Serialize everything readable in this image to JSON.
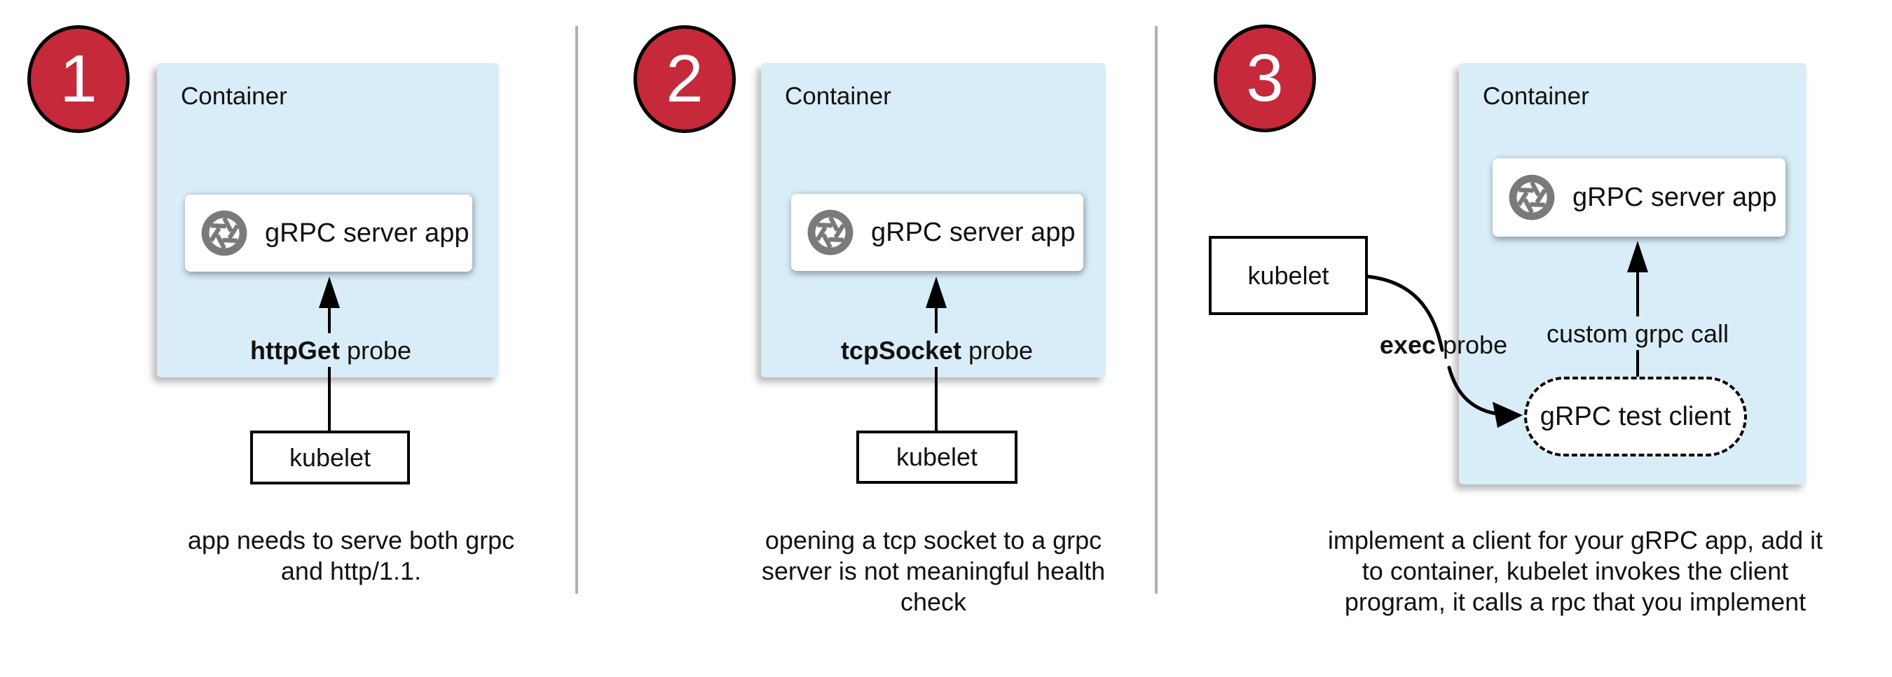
{
  "panel1": {
    "badge": "1",
    "container_label": "Container",
    "card_label": "gRPC server app",
    "probe_bold": "httpGet",
    "probe_rest": " probe",
    "kubelet": "kubelet",
    "caption_lines": [
      "app needs to serve both grpc",
      "and http/1.1."
    ]
  },
  "panel2": {
    "badge": "2",
    "container_label": "Container",
    "card_label": "gRPC server app",
    "probe_bold": "tcpSocket",
    "probe_rest": " probe",
    "kubelet": "kubelet",
    "caption_lines": [
      "opening a tcp socket to a grpc",
      "server is not meaningful health",
      "check"
    ]
  },
  "panel3": {
    "badge": "3",
    "container_label": "Container",
    "card_label": "gRPC server app",
    "probe_bold": "exec",
    "probe_rest": " probe",
    "kubelet": "kubelet",
    "custom_call_label": "custom grpc call",
    "test_client_label": "gRPC test client",
    "caption_lines": [
      "implement a client for your gRPC app, add it",
      "to container, kubelet invokes the client",
      "program, it calls a rpc that you implement"
    ]
  },
  "colors": {
    "container_fill": "#d9edf9",
    "badge_fill": "#c5293a",
    "badge_border": "#000000",
    "icon_gray": "#7a7a7a",
    "divider_gray": "#b0b0b0",
    "arrow_black": "#000000"
  }
}
